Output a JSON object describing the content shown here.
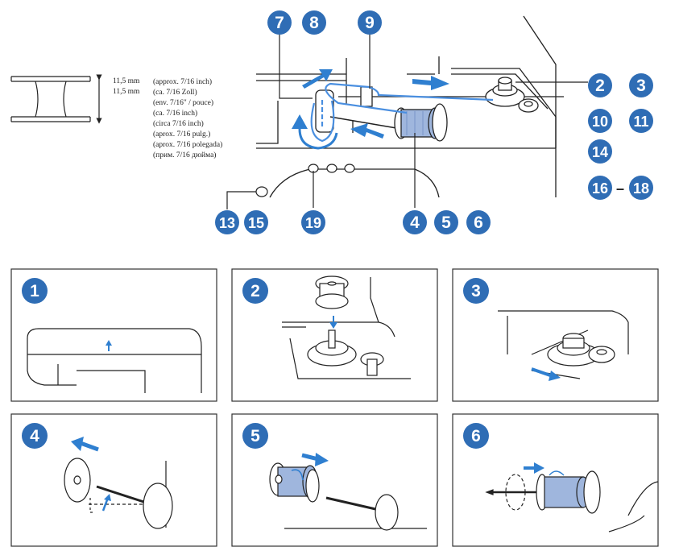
{
  "spec": {
    "sizes": [
      "11,5 mm",
      "11,5 mm"
    ],
    "lines": [
      "(approx. 7/16 inch)",
      "(ca. 7/16 Zoll)",
      "(env. 7/16\" / pouce)",
      "(ca. 7/16 inch)",
      "(circa 7/16 inch)",
      "(aprox. 7/16 pulg.)",
      "(aprox. 7/16 polegada)",
      "(прим. 7/16 дюйма)"
    ]
  },
  "callouts": {
    "n7": "7",
    "n8": "8",
    "n9": "9",
    "n2": "2",
    "n3": "3",
    "n10": "10",
    "n11": "11",
    "n14": "14",
    "n16": "16",
    "dash": "–",
    "n18": "18",
    "n13": "13",
    "n15": "15",
    "n19": "19",
    "n4": "4",
    "n5": "5",
    "n6": "6"
  },
  "panels": [
    {
      "step": "1"
    },
    {
      "step": "2"
    },
    {
      "step": "3"
    },
    {
      "step": "4"
    },
    {
      "step": "5"
    },
    {
      "step": "6"
    }
  ],
  "colors": {
    "badge": "#2f6db5",
    "arrow": "#2f7fd0",
    "thread": "#4a8fe0",
    "spool": "#9fb6dd",
    "line": "#222222"
  }
}
